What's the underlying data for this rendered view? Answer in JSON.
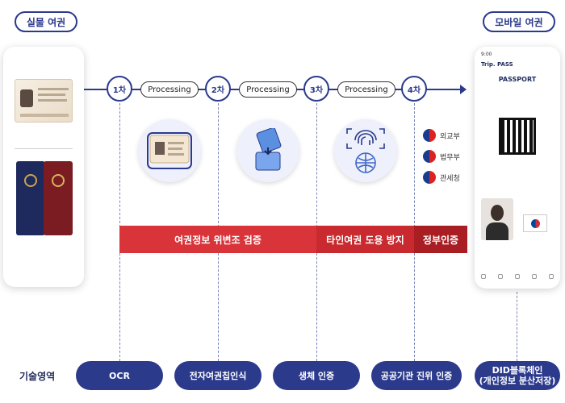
{
  "labels": {
    "physical_passport": "실물 여권",
    "mobile_passport": "모바일 여권",
    "tech_area": "기술영역"
  },
  "steps": [
    "1차",
    "2차",
    "3차",
    "4차"
  ],
  "processing": [
    "Processing",
    "Processing",
    "Processing"
  ],
  "verification_bars": [
    {
      "label": "여권정보 위변조 검증",
      "color": "#d9343a"
    },
    {
      "label": "타인여권 도용 방지",
      "color": "#c82a2f"
    },
    {
      "label": "정부인증",
      "color": "#a81e22"
    }
  ],
  "gov_agencies": [
    "외교부",
    "법무부",
    "관세청"
  ],
  "tech_items": [
    "OCR",
    "전자여권칩인식",
    "생체 인증",
    "공공기관 진위 인증"
  ],
  "tech_item_last": {
    "line1": "DID블록체인",
    "line2": "(개인정보 분산저장)"
  },
  "mobile_app": {
    "app_name": "Trip. PASS",
    "title": "PASSPORT",
    "time": "9:00"
  },
  "colors": {
    "navy": "#2b3a8c",
    "red": "#d9343a"
  }
}
